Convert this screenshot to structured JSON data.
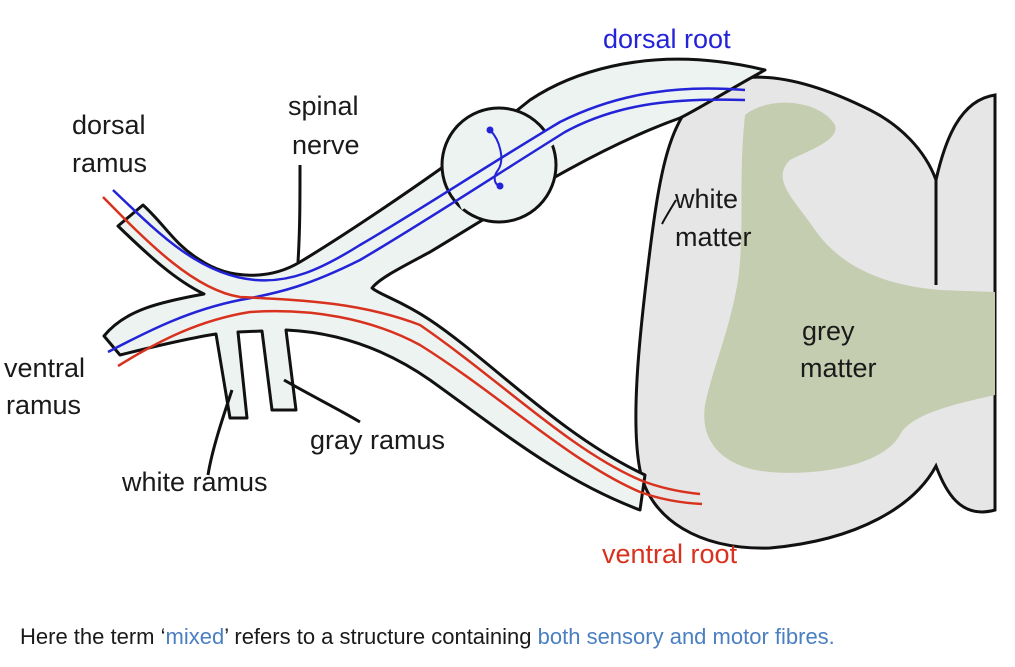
{
  "labels": {
    "dorsal_root": "dorsal root",
    "ventral_root": "ventral root",
    "dorsal_ramus_1": "dorsal",
    "dorsal_ramus_2": "ramus",
    "spinal_nerve_1": "spinal",
    "spinal_nerve_2": "nerve",
    "ventral_ramus_1": "ventral",
    "ventral_ramus_2": "ramus",
    "white_ramus": "white ramus",
    "gray_ramus": "gray ramus",
    "white_matter_1": "white",
    "white_matter_2": "matter",
    "grey_matter_1": "grey",
    "grey_matter_2": "matter"
  },
  "caption": {
    "prefix": "Here the term ‘",
    "term": "mixed",
    "middle": "’ refers to a structure containing ",
    "highlight": "both sensory and motor fibres."
  },
  "colors": {
    "sensory_fibre": "#2323d8",
    "motor_fibre": "#d8321e",
    "nerve_fill": "#edf3f1",
    "white_matter_fill": "#e6e6e6",
    "grey_matter_fill": "#c5cdb0",
    "caption_highlight": "#4a7fc1"
  }
}
